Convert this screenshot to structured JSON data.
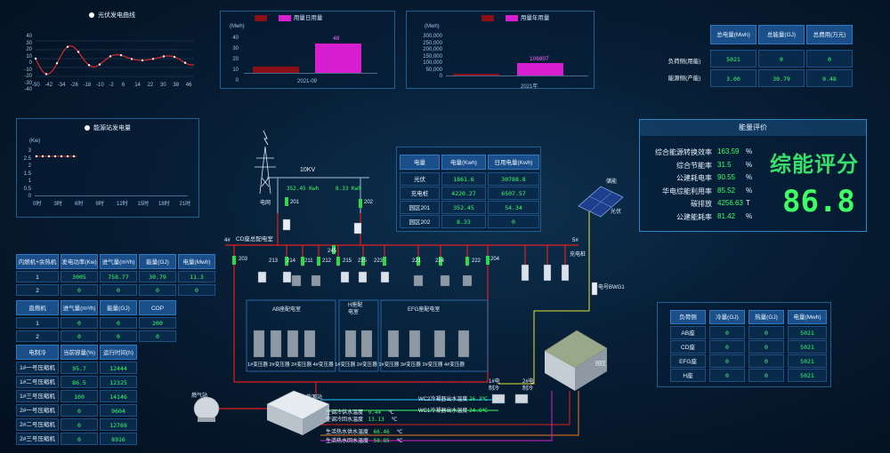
{
  "pv_curve": {
    "legend": "光伏发电曲线",
    "yticks": [
      "40",
      "30",
      "20",
      "10",
      "0",
      "-10",
      "-20",
      "-30",
      "-40"
    ],
    "xticks": [
      "-50",
      "-42",
      "-34",
      "-26",
      "-18",
      "-10",
      "-2",
      "6",
      "14",
      "22",
      "30",
      "38",
      "46"
    ]
  },
  "daily_energy": {
    "legend_a": "",
    "legend_b": "用量日用量",
    "unit": "(Mwh)",
    "yticks": [
      "40",
      "30",
      "20",
      "10",
      "0"
    ],
    "bar_label": "48",
    "xlabel": "2021-09",
    "color_a": "#8b0f16",
    "color_b": "#d81fd0"
  },
  "yearly_energy": {
    "legend_a": "",
    "legend_b": "用量年用量",
    "unit": "(Mwh)",
    "yticks": [
      "300,000",
      "250,000",
      "200,000",
      "150,000",
      "100,000",
      "50,000",
      "0"
    ],
    "bar_label": "106807",
    "xlabel": "2021年"
  },
  "summary_table": {
    "headers": [
      "总电量(Mwh)",
      "总能量(GJ)",
      "总费用(万元)"
    ],
    "rows": [
      {
        "label": "负荷侧(用能)",
        "values": [
          "5021",
          "0",
          "0"
        ]
      },
      {
        "label": "能源侧(产能)",
        "values": [
          "3.00",
          "30.79",
          "0.48"
        ]
      }
    ]
  },
  "storage": {
    "legend": "能源站发电量",
    "unit": "(Kw)",
    "yticks": [
      "3",
      "2.5",
      "2",
      "1.5",
      "1",
      "0.5",
      "0"
    ],
    "xticks": [
      "0时",
      "3时",
      "6时",
      "9时",
      "12时",
      "15时",
      "18时",
      "21时"
    ]
  },
  "energy_eval": {
    "title": "能量评价",
    "score_title": "综能评分",
    "score": "86.8",
    "items": [
      {
        "label": "综合能源转换效率",
        "value": "163.59",
        "unit": "%"
      },
      {
        "label": "综合节能率",
        "value": "31.5",
        "unit": "%"
      },
      {
        "label": "公建耗电率",
        "value": "90.55",
        "unit": "%"
      },
      {
        "label": "华电综能利用率",
        "value": "85.52",
        "unit": "%"
      },
      {
        "label": "碳排放",
        "value": "4256.63",
        "unit": "T"
      },
      {
        "label": "公建能耗率",
        "value": "81.42",
        "unit": "%"
      }
    ]
  },
  "power_table": {
    "headers": [
      "电量",
      "电量(Kwh)",
      "日用电量(Kwh)"
    ],
    "rows": [
      [
        "光伏",
        "1861.6",
        "30788.8"
      ],
      [
        "充电桩",
        "4220.27",
        "6507.57"
      ],
      [
        "园区201",
        "352.45",
        "54.34"
      ],
      [
        "园区202",
        "8.33",
        "0"
      ]
    ]
  },
  "load_table": {
    "headers": [
      "负荷侧",
      "冷量(GJ)",
      "热量(GJ)",
      "电量(Mwh)"
    ],
    "rows": [
      [
        "AB座",
        "0",
        "0",
        "5021"
      ],
      [
        "CD座",
        "0",
        "0",
        "5021"
      ],
      [
        "EFG座",
        "0",
        "0",
        "5021"
      ],
      [
        "H座",
        "0",
        "0",
        "5021"
      ]
    ]
  },
  "left_table1": {
    "headers": [
      "内燃机+余热机",
      "发电功率(Kw)",
      "进气量(m³/h)",
      "能量(GJ)",
      "电量(Mwh)"
    ],
    "rows": [
      [
        "1",
        "3005",
        "758.77",
        "30.79",
        "11.3"
      ],
      [
        "2",
        "0",
        "0",
        "0",
        "0"
      ]
    ]
  },
  "left_table2": {
    "headers": [
      "直燃机",
      "进气量(m³/h)",
      "能量(GJ)",
      "COP"
    ],
    "rows": [
      [
        "1",
        "0",
        "0",
        "200"
      ],
      [
        "2",
        "0",
        "0",
        "0"
      ]
    ]
  },
  "left_table3": {
    "headers": [
      "电制冷",
      "当前容量(%)",
      "运行时间(h)"
    ],
    "rows": [
      [
        "1#一号压缩机",
        "95.7",
        "12444"
      ],
      [
        "1#二号压缩机",
        "86.5",
        "12325"
      ],
      [
        "1#三号压缩机",
        "100",
        "14146"
      ],
      [
        "2#一号压缩机",
        "0",
        "9604"
      ],
      [
        "2#二号压缩机",
        "0",
        "12769"
      ],
      [
        "2#三号压缩机",
        "0",
        "8916"
      ]
    ]
  },
  "diagram": {
    "kv": "10KV",
    "grid": "电网",
    "v1": "352.45 Kwh",
    "v2": "8.33 Kwh",
    "n201": "201",
    "n202": "202",
    "cd_room": "CD座总配电室",
    "n4": "4#",
    "n5": "5#",
    "charge": "充电桩",
    "n203": "203",
    "n245": "245",
    "n204": "204",
    "switches": [
      "213",
      "214",
      "211",
      "212",
      "215",
      "225",
      "223",
      "221",
      "224",
      "222"
    ],
    "ab_room": "AB座配电室",
    "h_room": "H座配\n电室",
    "efg_room": "EFG座配电室",
    "transformers": "1#变压器 2#变压器 2#变压器 4#变压器  1#变压器 2#变压器 1#变压器 3#变压器 2#变压器 4#变压器",
    "pv": "光伏",
    "storage": "储能",
    "meter": "电号BWG1",
    "park": "园区",
    "gas_station": "燃气站",
    "energy_station": "能源站",
    "chiller1": "1#电\n制冷",
    "chiller2": "2#电\n制冷",
    "wc2": "WC2冷凝器出水温度",
    "wc2_val": "26.3℃",
    "wc1": "WC1冷凝器出水温度",
    "wc1_val": "24.8℃",
    "temps": [
      {
        "label": "空调冷供水温度",
        "value": "9.44",
        "unit": "℃"
      },
      {
        "label": "空调冷回水温度",
        "value": "13.13",
        "unit": "℃"
      },
      {
        "label": "生活热水供水温度",
        "value": "66.46",
        "unit": "℃"
      },
      {
        "label": "生活热水回水温度",
        "value": "58.85",
        "unit": "℃"
      }
    ]
  }
}
